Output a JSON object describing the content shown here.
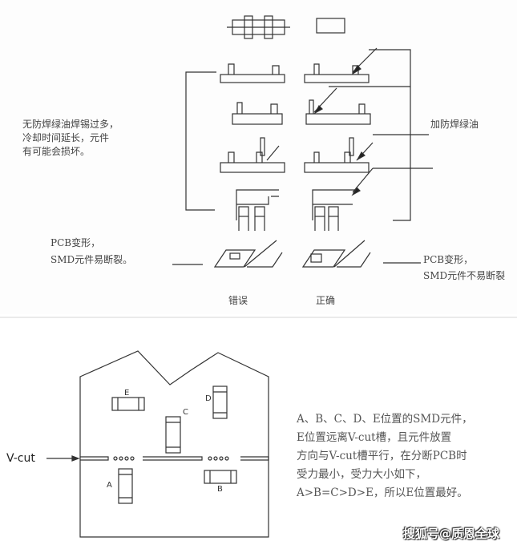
{
  "top_diagram": {
    "left_note": [
      "无防焊绿油焊锡过多，",
      "冷却时间延长，元件",
      "有可能会损坏。"
    ],
    "right_note": "加防焊绿油",
    "left_pcb_note": [
      "PCB变形，",
      "SMD元件易断裂。"
    ],
    "right_pcb_note": [
      "PCB变形，",
      "SMD元件不易断裂"
    ],
    "wrong_label": "错误",
    "correct_label": "正确"
  },
  "bottom_diagram": {
    "vcut_label": "V-cut",
    "components": [
      "A",
      "B",
      "C",
      "D",
      "E"
    ],
    "description": [
      "A、B、C、D、E位置的SMD元件，",
      "E位置远离V-cut槽，且元件放置",
      "方向与V-cut槽平行，在分断PCB时",
      "受力最小，受力大小如下，",
      "A>B=C>D>E，所以E位置最好。"
    ]
  },
  "watermark": "搜狐号@质恩全球"
}
